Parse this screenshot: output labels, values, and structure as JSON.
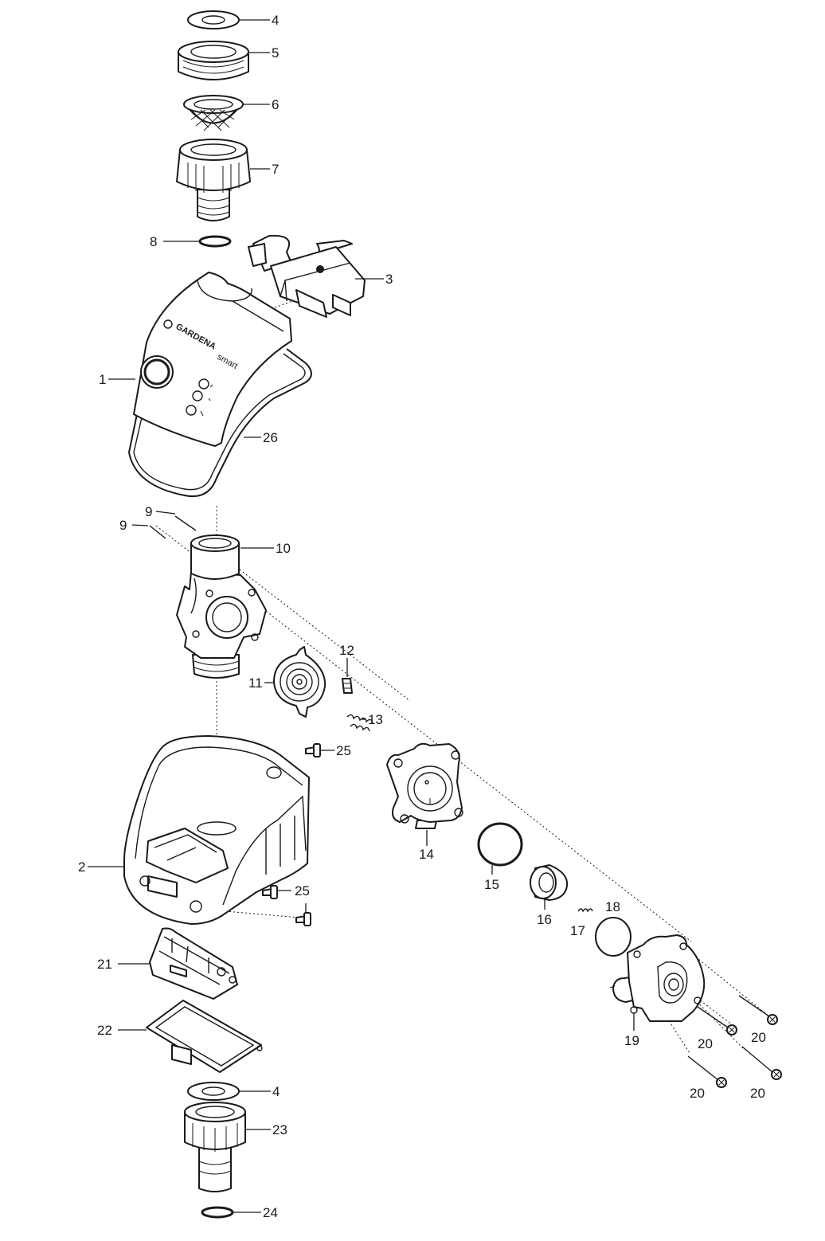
{
  "brand": {
    "name": "GARDENA",
    "line": "smart"
  },
  "callouts": {
    "c1": "1",
    "c2": "2",
    "c3": "3",
    "c4a": "4",
    "c4b": "4",
    "c5": "5",
    "c6": "6",
    "c7": "7",
    "c8": "8",
    "c9a": "9",
    "c9b": "9",
    "c10": "10",
    "c11": "11",
    "c12": "12",
    "c13": "13",
    "c14": "14",
    "c15": "15",
    "c16": "16",
    "c17": "17",
    "c18": "18",
    "c19": "19",
    "c20a": "20",
    "c20b": "20",
    "c20c": "20",
    "c20d": "20",
    "c21": "21",
    "c22": "22",
    "c23": "23",
    "c24": "24",
    "c25a": "25",
    "c25b": "25",
    "c26": "26"
  }
}
